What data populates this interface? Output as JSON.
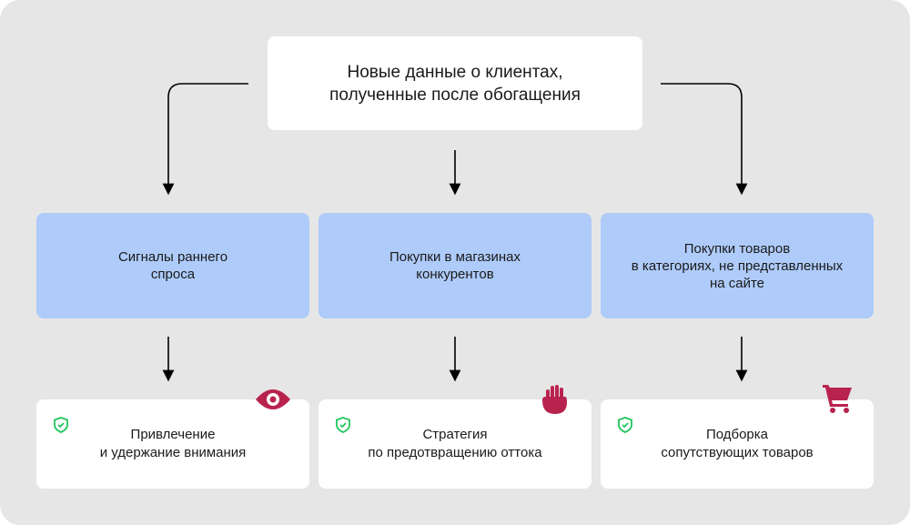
{
  "top": {
    "line1": "Новые данные о клиентах,",
    "line2": "полученные после обогащения"
  },
  "signals": [
    {
      "line1": "Сигналы раннего",
      "line2": "спроса"
    },
    {
      "line1": "Покупки в магазинах",
      "line2": "конкурентов"
    },
    {
      "line1": "Покупки товаров",
      "line2": "в категориях, не представленных",
      "line3": "на сайте"
    }
  ],
  "results": [
    {
      "line1": "Привлечение",
      "line2": "и удержание внимания",
      "icon": "eye-icon"
    },
    {
      "line1": "Стратегия",
      "line2": "по предотвращению оттока",
      "icon": "hand-icon"
    },
    {
      "line1": "Подборка",
      "line2": "сопутствующих товаров",
      "icon": "cart-icon"
    }
  ],
  "colors": {
    "accent": "#b8234e",
    "shield": "#22c55e",
    "blue": "#aecbfa"
  }
}
